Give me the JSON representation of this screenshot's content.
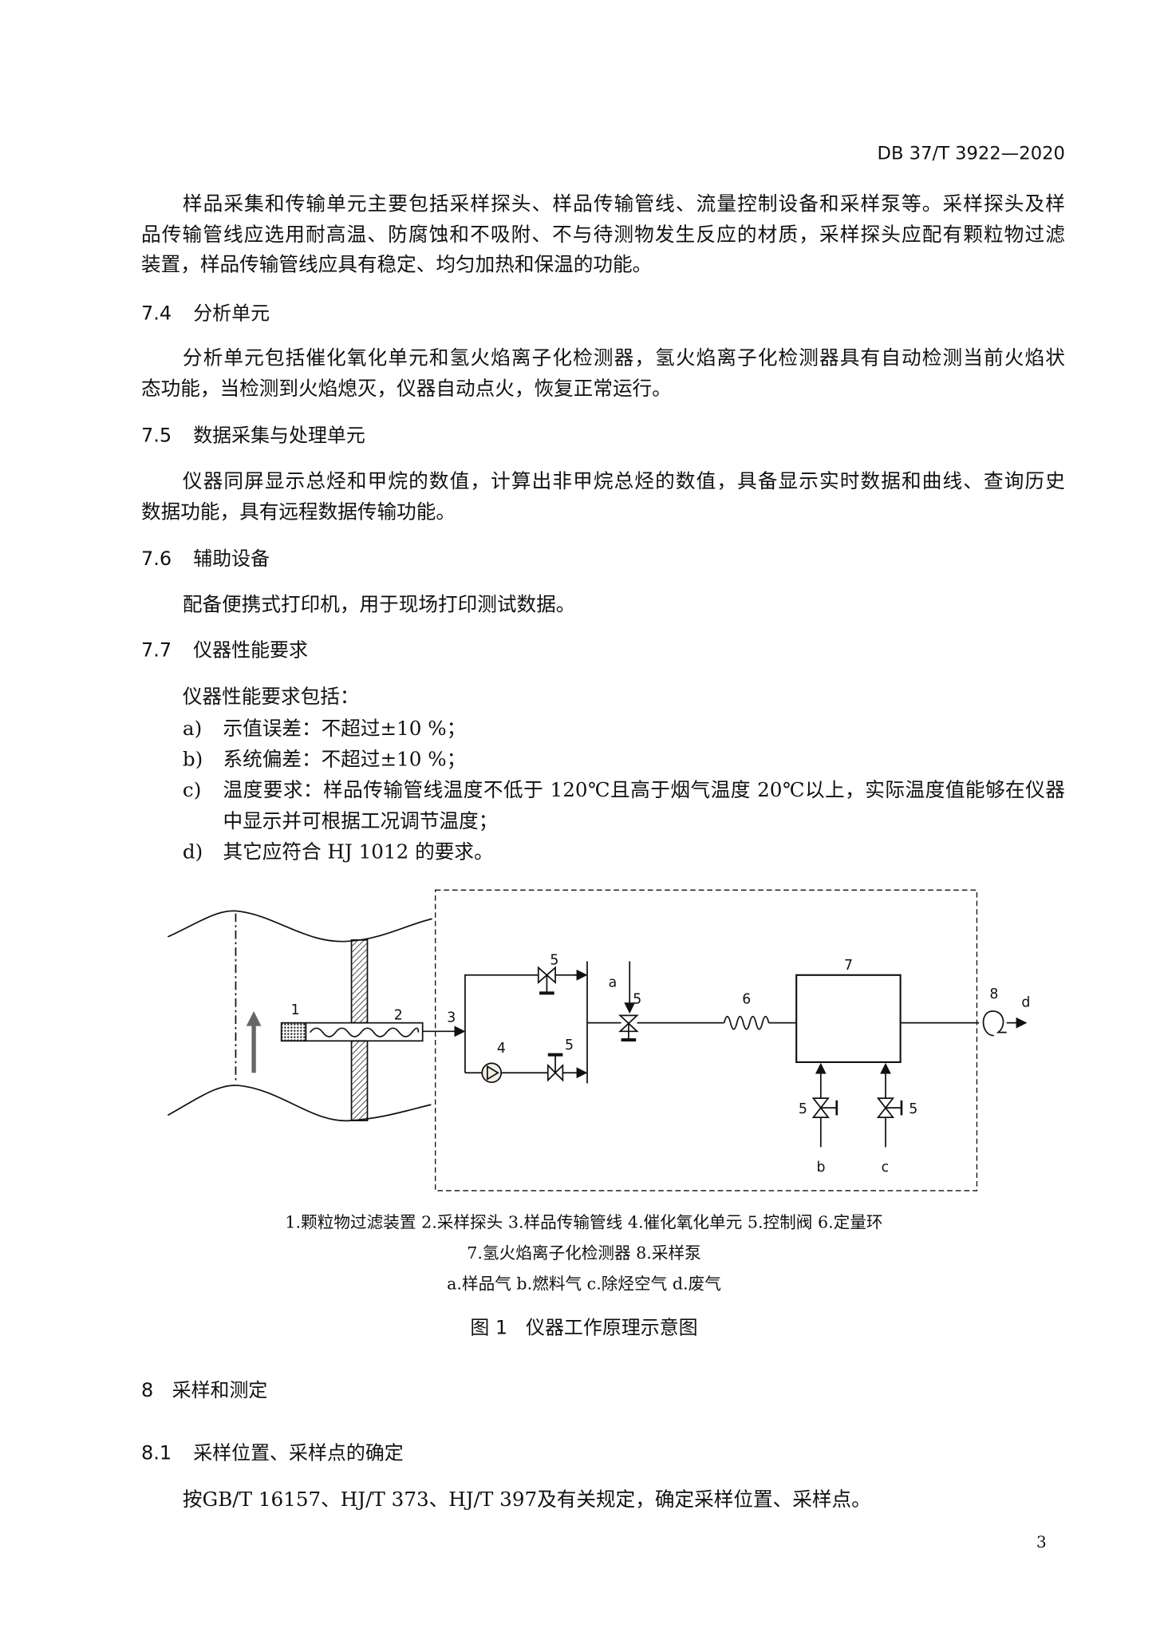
{
  "header": {
    "doc_code": "DB 37/T 3922—2020"
  },
  "intro_lines": [
    "样品采集和传输单元主要包括采样探头、样品传输管线、流量控制设备和采样泵等。采样探头及样",
    "品传输管线应选用耐高温、防腐蚀和不吸附、不与待测物发生反应的材质，采样探头应配有颗粒物过滤",
    "装置，样品传输管线应具有稳定、均匀加热和保温的功能。"
  ],
  "s7_4": {
    "num": "7.4",
    "title": "分析单元",
    "lines": [
      "分析单元包括催化氧化单元和氢火焰离子化检测器，氢火焰离子化检测器具有自动检测当前火焰状",
      "态功能，当检测到火焰熄灭，仪器自动点火，恢复正常运行。"
    ]
  },
  "s7_5": {
    "num": "7.5",
    "title": "数据采集与处理单元",
    "lines": [
      "仪器同屏显示总烃和甲烷的数值，计算出非甲烷总烃的数值，具备显示实时数据和曲线、查询历史",
      "数据功能，具有远程数据传输功能。"
    ]
  },
  "s7_6": {
    "num": "7.6",
    "title": "辅助设备",
    "lines": [
      "配备便携式打印机，用于现场打印测试数据。"
    ]
  },
  "s7_7": {
    "num": "7.7",
    "title": "仪器性能要求",
    "intro": "仪器性能要求包括：",
    "items": [
      {
        "mark": "a)",
        "text": "示值误差：不超过±10 %；"
      },
      {
        "mark": "b)",
        "text": "系统偏差：不超过±10 %；"
      },
      {
        "mark": "c)",
        "text": "温度要求：样品传输管线温度不低于 120℃且高于烟气温度 20℃以上，实际温度值能够在仪器",
        "cont": "中显示并可根据工况调节温度；"
      },
      {
        "mark": "d)",
        "text": "其它应符合 HJ 1012 的要求。"
      }
    ]
  },
  "figure": {
    "labels": {
      "n1": "1",
      "n2": "2",
      "n3": "3",
      "n4": "4",
      "n5": "5",
      "n6": "6",
      "n7": "7",
      "n8": "8",
      "a": "a",
      "b": "b",
      "c": "c",
      "d": "d"
    },
    "caption_lines": [
      "1.颗粒物过滤装置 2.采样探头 3.样品传输管线 4.催化氧化单元 5.控制阀 6.定量环",
      "7.氢火焰离子化检测器 8.采样泵",
      "a.样品气 b.燃料气 c.除烃空气 d.废气"
    ],
    "title": "图 1   仪器工作原理示意图"
  },
  "s8": {
    "num": "8",
    "title": "采样和测定"
  },
  "s8_1": {
    "num": "8.1",
    "title": "采样位置、采样点的确定",
    "lines": [
      "按GB/T 16157、HJ/T 373、HJ/T 397及有关规定，确定采样位置、采样点。"
    ]
  },
  "footer": {
    "page_number": "3"
  }
}
